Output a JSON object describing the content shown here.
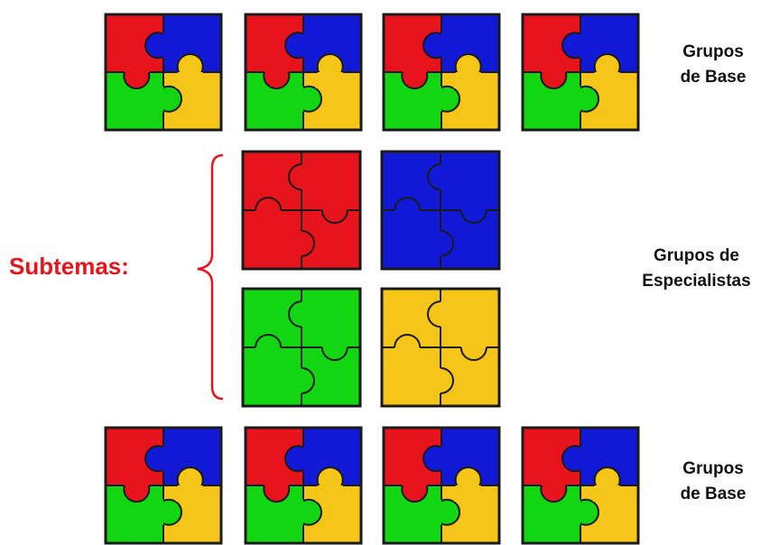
{
  "colors": {
    "red": "#e8141c",
    "blue": "#1219d6",
    "green": "#12d612",
    "yellow": "#f5c617",
    "outline": "#1a1a1a",
    "accent_red": "#e8141c"
  },
  "labels": {
    "base_top": [
      "Grupos",
      "de Base"
    ],
    "specialists": [
      "Grupos de",
      "Especialistas"
    ],
    "base_bottom": [
      "Grupos",
      "de Base"
    ],
    "subtemas": "Subtemas:"
  },
  "icons": {
    "base_tile": "four-color-puzzle-icon",
    "specialist_tile": "single-color-puzzle-icon",
    "brace": "curly-brace-icon"
  },
  "rows": {
    "top_base_count": 4,
    "specialist_colors": [
      "red",
      "blue",
      "green",
      "yellow"
    ],
    "bottom_base_count": 4
  }
}
